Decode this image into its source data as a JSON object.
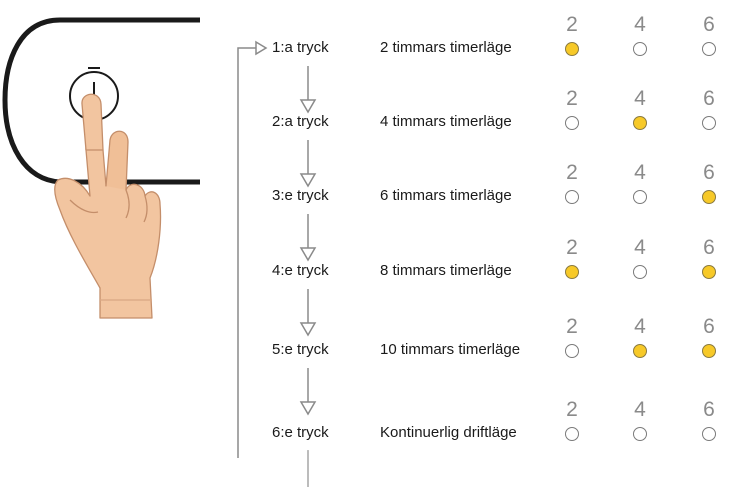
{
  "steps": [
    {
      "press": "1:a tryck",
      "mode": "2 timmars timerläge",
      "leds": [
        true,
        false,
        false
      ]
    },
    {
      "press": "2:a tryck",
      "mode": "4 timmars timerläge",
      "leds": [
        false,
        true,
        false
      ]
    },
    {
      "press": "3:e tryck",
      "mode": "6 timmars timerläge",
      "leds": [
        false,
        false,
        true
      ]
    },
    {
      "press": "4:e tryck",
      "mode": "8 timmars timerläge",
      "leds": [
        true,
        false,
        true
      ]
    },
    {
      "press": "5:e tryck",
      "mode": "10 timmars timerläge",
      "leds": [
        false,
        true,
        true
      ]
    },
    {
      "press": "6:e tryck",
      "mode": "Kontinuerlig driftläge",
      "leds": [
        false,
        false,
        false
      ]
    }
  ],
  "indicator_labels": [
    "2",
    "4",
    "6"
  ],
  "colors": {
    "led_on": "#f7c928",
    "led_off": "#ffffff",
    "arrow": "#8a8a8a",
    "skin": "#f2c5a0"
  },
  "icons": {
    "power_button": "power-icon",
    "hand": "pointing-hand"
  }
}
